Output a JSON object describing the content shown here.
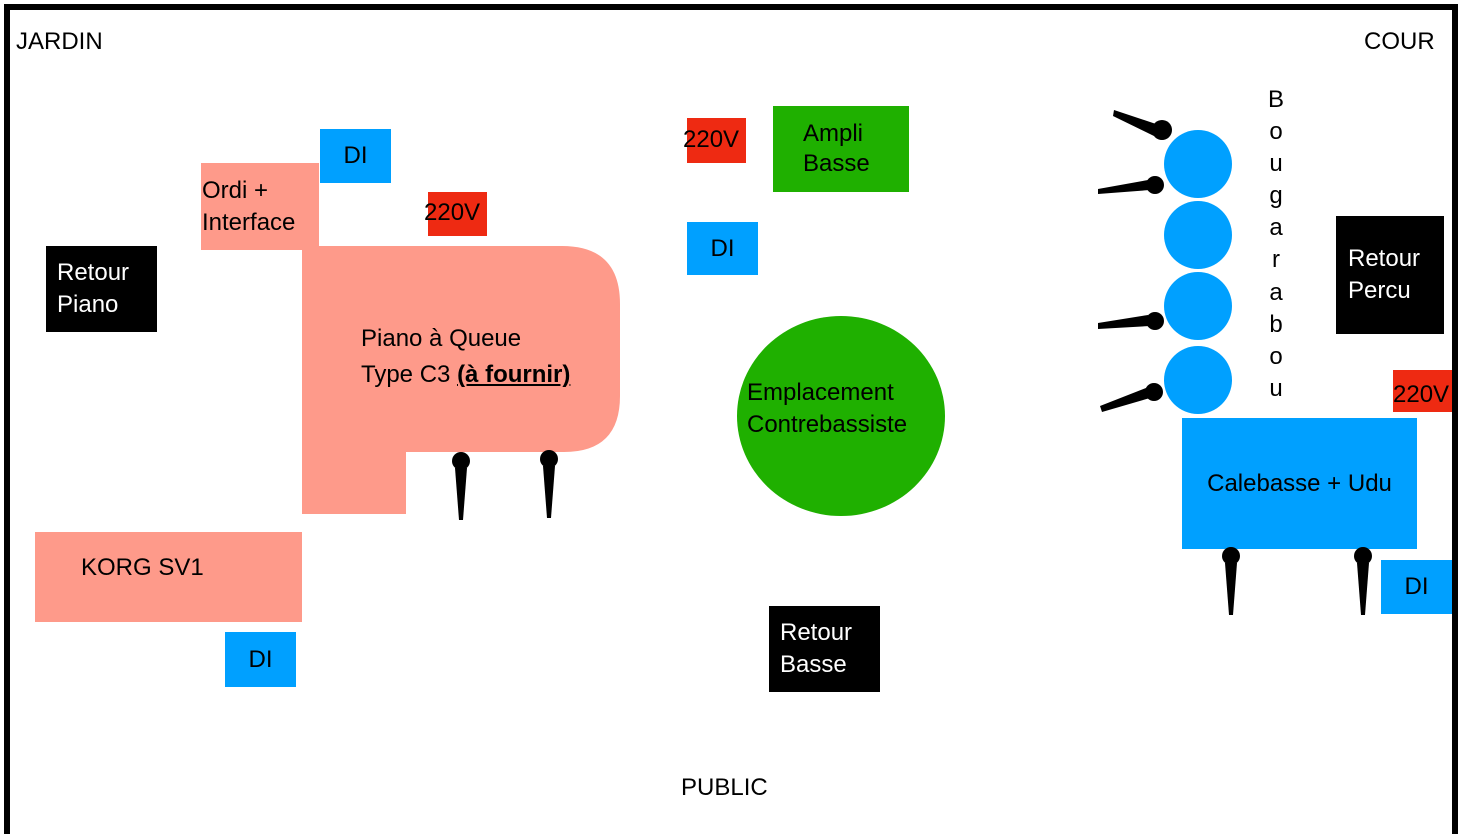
{
  "sides": {
    "left": "JARDIN",
    "right": "COUR",
    "front": "PUBLIC"
  },
  "monitors": {
    "piano": [
      "Retour",
      "Piano"
    ],
    "basse": [
      "Retour",
      "Basse"
    ],
    "percu": [
      "Retour",
      "Percu"
    ]
  },
  "di": {
    "label": "DI"
  },
  "power": {
    "label": "220V"
  },
  "ordi": [
    "Ordi +",
    "Interface"
  ],
  "piano": {
    "line1": "Piano à Queue",
    "line2": "Type C3",
    "note": "(à fournir)"
  },
  "korg": {
    "label": "KORG SV1"
  },
  "ampli": [
    "Ampli",
    "Basse"
  ],
  "contrebasse": [
    "Emplacement",
    "Contrebassiste"
  ],
  "bougarabou": {
    "letters": [
      "B",
      "o",
      "u",
      "g",
      "a",
      "r",
      "a",
      "b",
      "o",
      "u"
    ]
  },
  "calebasse": {
    "label": "Calebasse + Udu"
  },
  "colors": {
    "monitor": "#000000",
    "di": "#00a0ff",
    "power": "#ee2a12",
    "keys": "#fe9a8a",
    "bass": "#1fb000"
  }
}
